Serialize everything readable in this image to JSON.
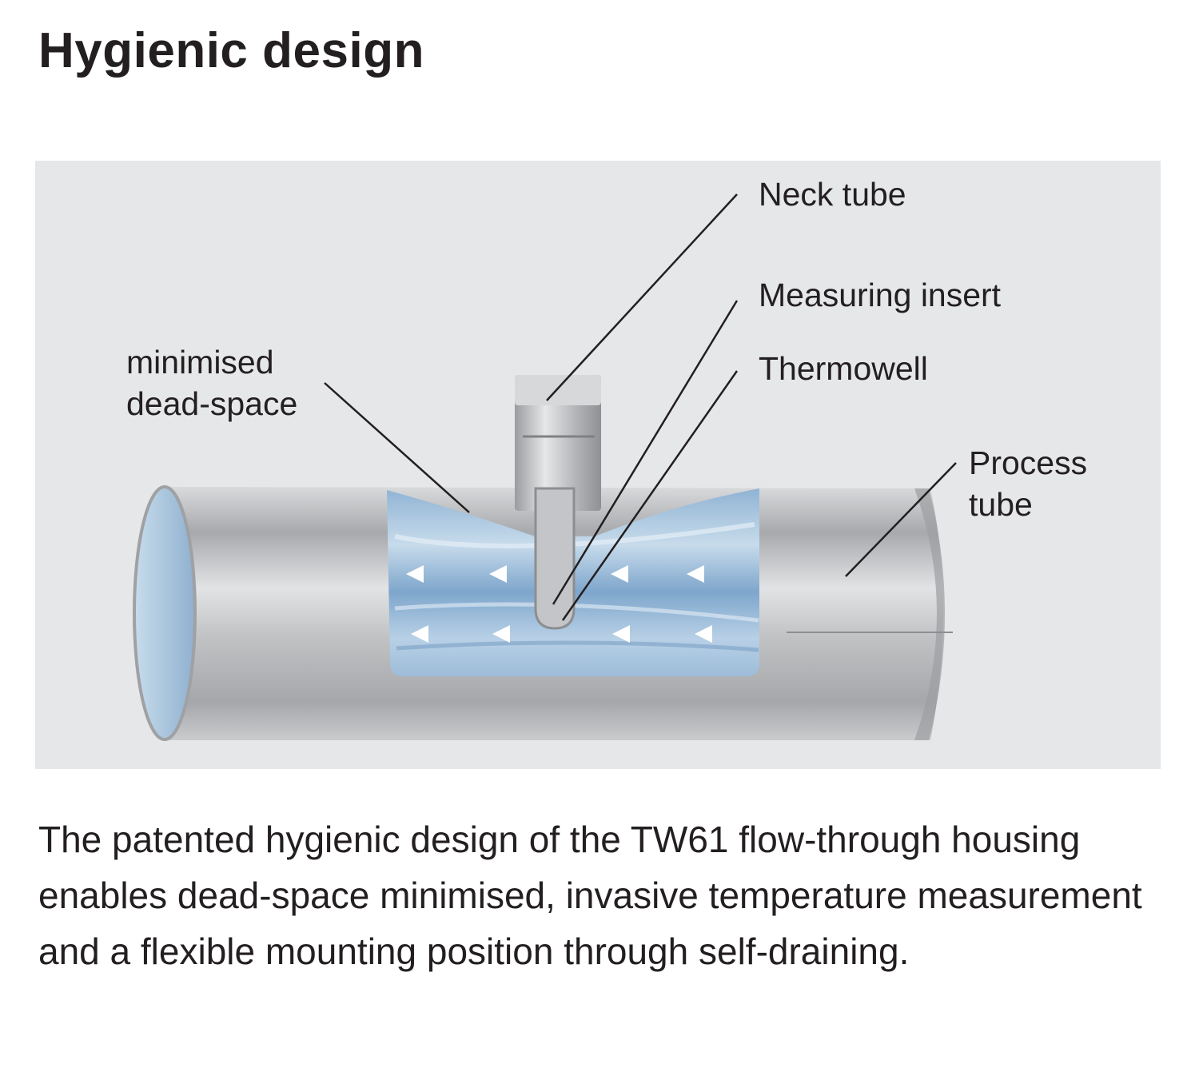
{
  "page": {
    "title": "Hygienic design",
    "description": "The patented hygienic design of the TW61 flow-through housing enables dead-space minimised, invasive temperature measurement and a flexible mounting position through self-draining."
  },
  "diagram": {
    "labels": {
      "neck_tube": "Neck tube",
      "measuring_insert": "Measuring insert",
      "thermowell": "Thermowell",
      "minimised_line1": "minimised",
      "minimised_line2": "dead-space",
      "process_line1": "Process",
      "process_line2": "tube"
    },
    "colors": {
      "background": "#e6e7e9",
      "steel": "#b9bbbe",
      "fluid": "#a9c6de",
      "leader": "#231f20"
    }
  }
}
